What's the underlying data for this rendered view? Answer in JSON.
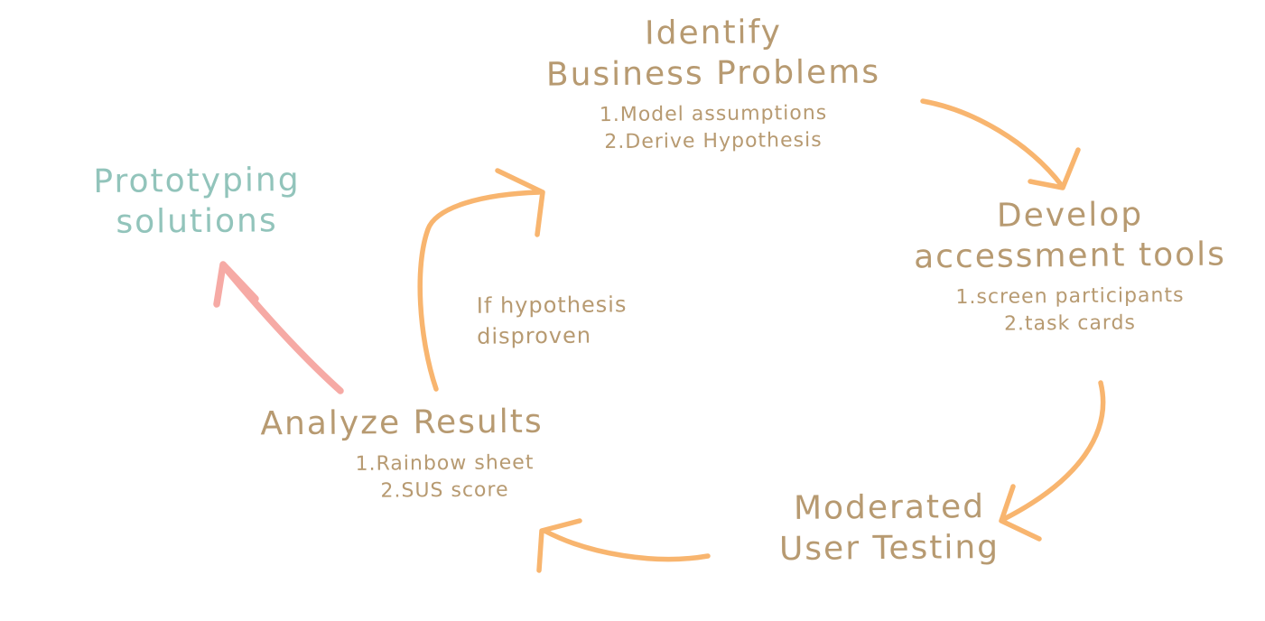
{
  "colors": {
    "background": "#ffffff",
    "brown": "#b79a71",
    "teal": "#92c4bb",
    "orange": "#f8b56f",
    "pink": "#f6aaa5"
  },
  "diagram": {
    "type": "hand-drawn cyclic process diagram",
    "nodes": {
      "identify": {
        "line1": "Identify",
        "line2": "Business Problems",
        "item1": "1.Model assumptions",
        "item2": "2.Derive Hypothesis"
      },
      "develop": {
        "line1": "Develop",
        "line2": "accessment tools",
        "item1": "1.screen participants",
        "item2": "2.task cards"
      },
      "moderated": {
        "line1": "Moderated",
        "line2": "User Testing"
      },
      "analyze": {
        "line1": "Analyze Results",
        "item1": "1.Rainbow sheet",
        "item2": "2.SUS score"
      },
      "prototyping": {
        "line1": "Prototyping",
        "line2": "solutions"
      }
    },
    "annotations": {
      "loop_condition": {
        "line1": "If hypothesis",
        "line2": "disproven"
      }
    },
    "arrows": [
      {
        "from": "Identify Business Problems",
        "to": "Develop accessment tools",
        "color": "orange"
      },
      {
        "from": "Develop accessment tools",
        "to": "Moderated User Testing",
        "color": "orange"
      },
      {
        "from": "Moderated User Testing",
        "to": "Analyze Results",
        "color": "orange"
      },
      {
        "from": "Analyze Results",
        "to": "Identify Business Problems",
        "color": "orange",
        "label": "If hypothesis disproven"
      },
      {
        "from": "Analyze Results",
        "to": "Prototyping solutions",
        "color": "pink"
      }
    ]
  }
}
